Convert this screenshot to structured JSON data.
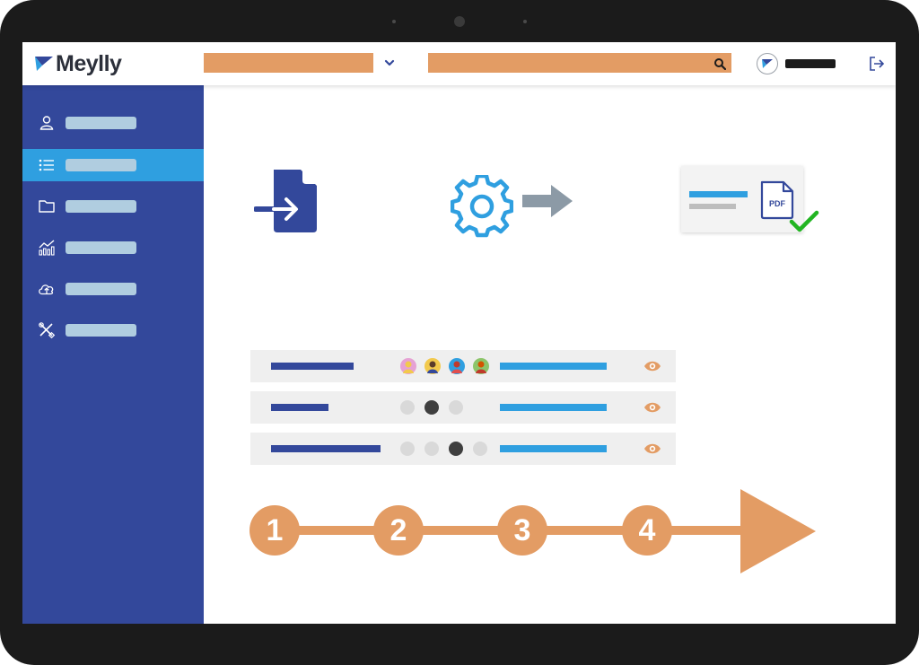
{
  "app": {
    "name": "Meylly"
  },
  "colors": {
    "accent_orange": "#e39c64",
    "sidebar_blue": "#33489b",
    "active_blue": "#2f9fe0",
    "success_green": "#22b522"
  },
  "sidebar": {
    "items": [
      {
        "icon": "user-icon",
        "active": false
      },
      {
        "icon": "list-icon",
        "active": true
      },
      {
        "icon": "folder-icon",
        "active": false
      },
      {
        "icon": "chart-icon",
        "active": false
      },
      {
        "icon": "cloud-upload-icon",
        "active": false
      },
      {
        "icon": "tools-icon",
        "active": false
      }
    ]
  },
  "flow": {
    "output_badge": "PDF"
  },
  "steps": {
    "labels": [
      "1",
      "2",
      "3",
      "4"
    ]
  }
}
